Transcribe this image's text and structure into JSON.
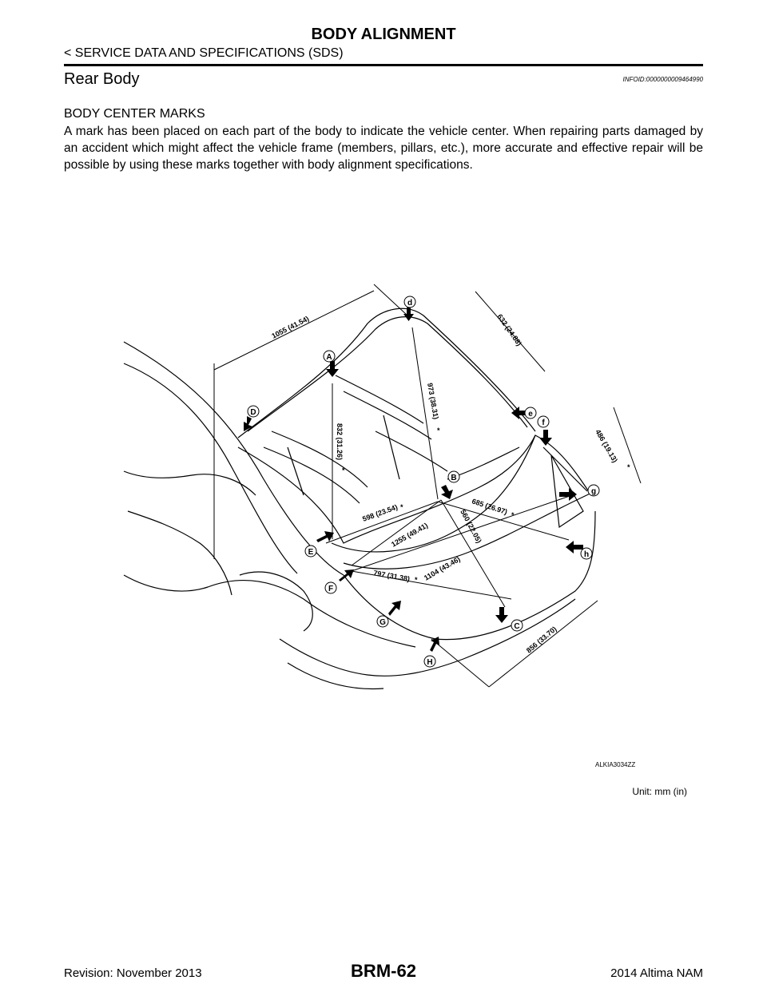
{
  "header": {
    "title": "BODY ALIGNMENT",
    "breadcrumb": "< SERVICE DATA AND SPECIFICATIONS (SDS)"
  },
  "section": {
    "title": "Rear Body",
    "info_id": "INFOID:0000000009464990",
    "subtitle": "BODY CENTER MARKS",
    "body": "A mark has been placed on each part of the body to indicate the vehicle center. When repairing parts damaged by an accident which might affect the vehicle frame (members, pillars, etc.), more accurate and effective repair will be possible by using these marks together with body alignment specifications."
  },
  "figure": {
    "id": "ALKIA3034ZZ",
    "unit_note": "Unit: mm (in)",
    "points": [
      "A",
      "B",
      "C",
      "D",
      "E",
      "F",
      "G",
      "H",
      "d",
      "e",
      "f",
      "g",
      "h"
    ],
    "dimensions": {
      "d1055": "1055 (41.54)",
      "d632": "632 (24.88)",
      "d973": "973 (38.31)",
      "d832": "832 (31.26)",
      "d486": "486 (19.13)",
      "d598": "598 (23.54)",
      "d685": "685 (26.97)",
      "d1255": "1255 (49.41)",
      "d560": "560 (22.05)",
      "d797": "797 (31.38)",
      "d1104": "1104 (43.46)",
      "d856": "856 (33.70)"
    },
    "asterisk": "*"
  },
  "footer": {
    "page_number": "BRM-62",
    "revision": "Revision: November 2013",
    "model": "2014 Altima NAM"
  }
}
